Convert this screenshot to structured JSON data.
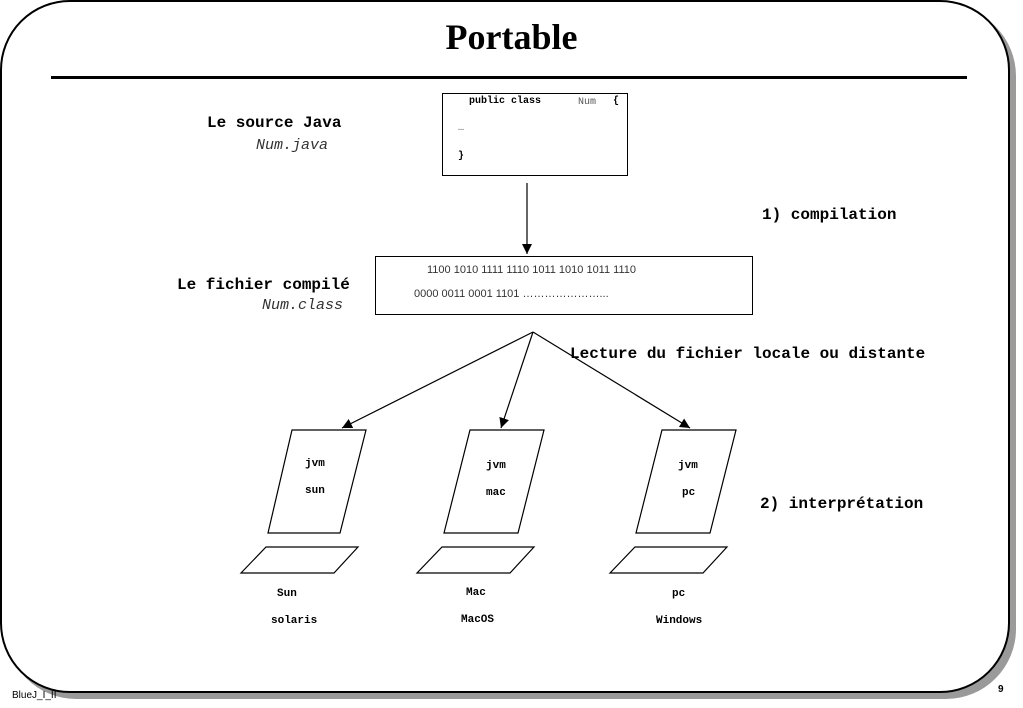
{
  "slide": {
    "title": "Portable",
    "footer": "BlueJ_I_II",
    "page_number": "9"
  },
  "source": {
    "label": "Le source Java",
    "filename": "Num.java",
    "code_line1_keyword": "public class",
    "code_line1_name": "Num",
    "code_line1_brace": "{",
    "code_line2": "…",
    "code_line3": "}"
  },
  "compilation_label": "1) compilation",
  "compiled": {
    "label": "Le fichier compilé",
    "filename": "Num.class",
    "bytes_line1": "1100 1010 1111 1110 1011 1010 1011 1110",
    "bytes_line2": "0000 0011 0001 1101 …………………..."
  },
  "lecture_label": "Lecture du fichier locale ou distante",
  "interpretation_label": "2) interprétation",
  "jvms": [
    {
      "line1": "jvm",
      "line2": "sun",
      "platform": "Sun",
      "os": "solaris"
    },
    {
      "line1": "jvm",
      "line2": "mac",
      "platform": "Mac",
      "os": "MacOS"
    },
    {
      "line1": "jvm",
      "line2": "pc",
      "platform": "pc",
      "os": "Windows"
    }
  ]
}
